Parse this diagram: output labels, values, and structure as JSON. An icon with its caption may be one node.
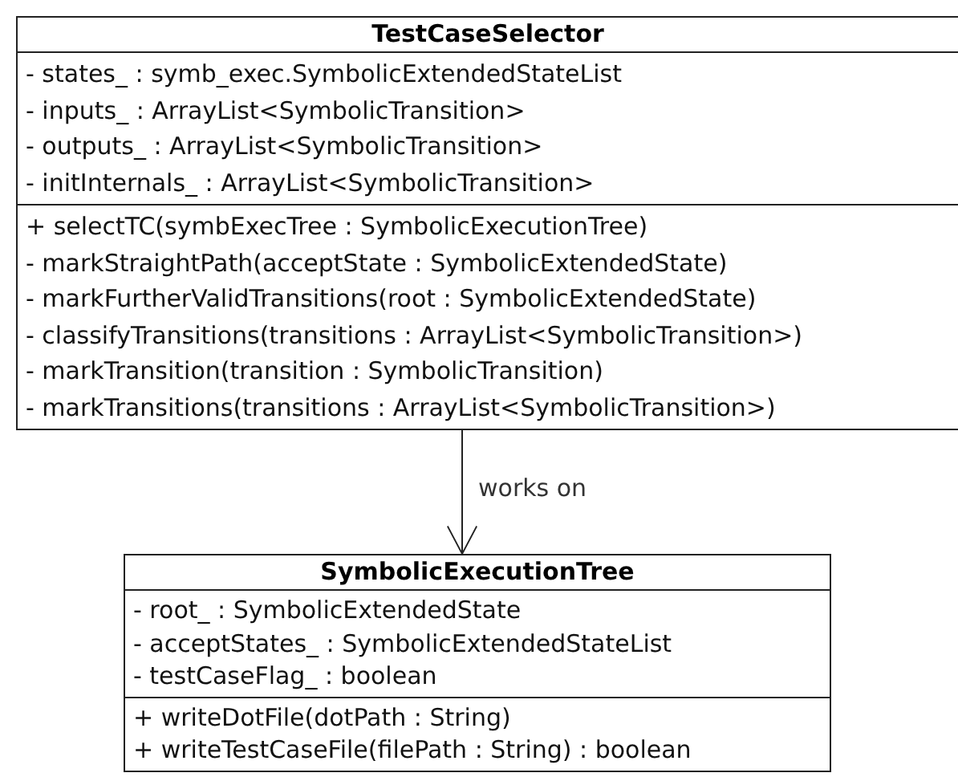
{
  "diagram": {
    "nodes": [
      {
        "text": [
          "TestCaseSelector"
        ]
      },
      {
        "text": [
          "- states_ : symb_exec.SymbolicExtendedStateList",
          "- inputs_ : ArrayList<SymbolicTransition>",
          "- outputs_ : ArrayList<SymbolicTransition>",
          "- initInternals_ : ArrayList<SymbolicTransition>"
        ],
        "in": 0
      },
      {
        "text": [
          "+ selectTC(symbExecTree : SymbolicExecutionTree)",
          "- markStraightPath(acceptState : SymbolicExtendedState)",
          "- markFurtherValidTransitions(root : SymbolicExtendedState)",
          "- classifyTransitions(transitions : ArrayList<SymbolicTransition>)",
          "- markTransition(transition : SymbolicTransition)",
          "- markTransitions(transitions : ArrayList<SymbolicTransition>)"
        ],
        "in": 0
      },
      {
        "text": [
          "SymbolicExecutionTree"
        ]
      },
      {
        "text": [
          "- root_ : SymbolicExtendedState",
          "- acceptStates_ : SymbolicExtendedStateList",
          "- testCaseFlag_ : boolean"
        ],
        "in": 3
      },
      {
        "text": [
          "+ writeDotFile(dotPath : String)",
          "+ writeTestCaseFile(filePath : String) : boolean"
        ],
        "in": 3
      }
    ],
    "edges": [
      {
        "from": 0,
        "to": 3,
        "arrow": "to",
        "label": "works on"
      }
    ]
  }
}
